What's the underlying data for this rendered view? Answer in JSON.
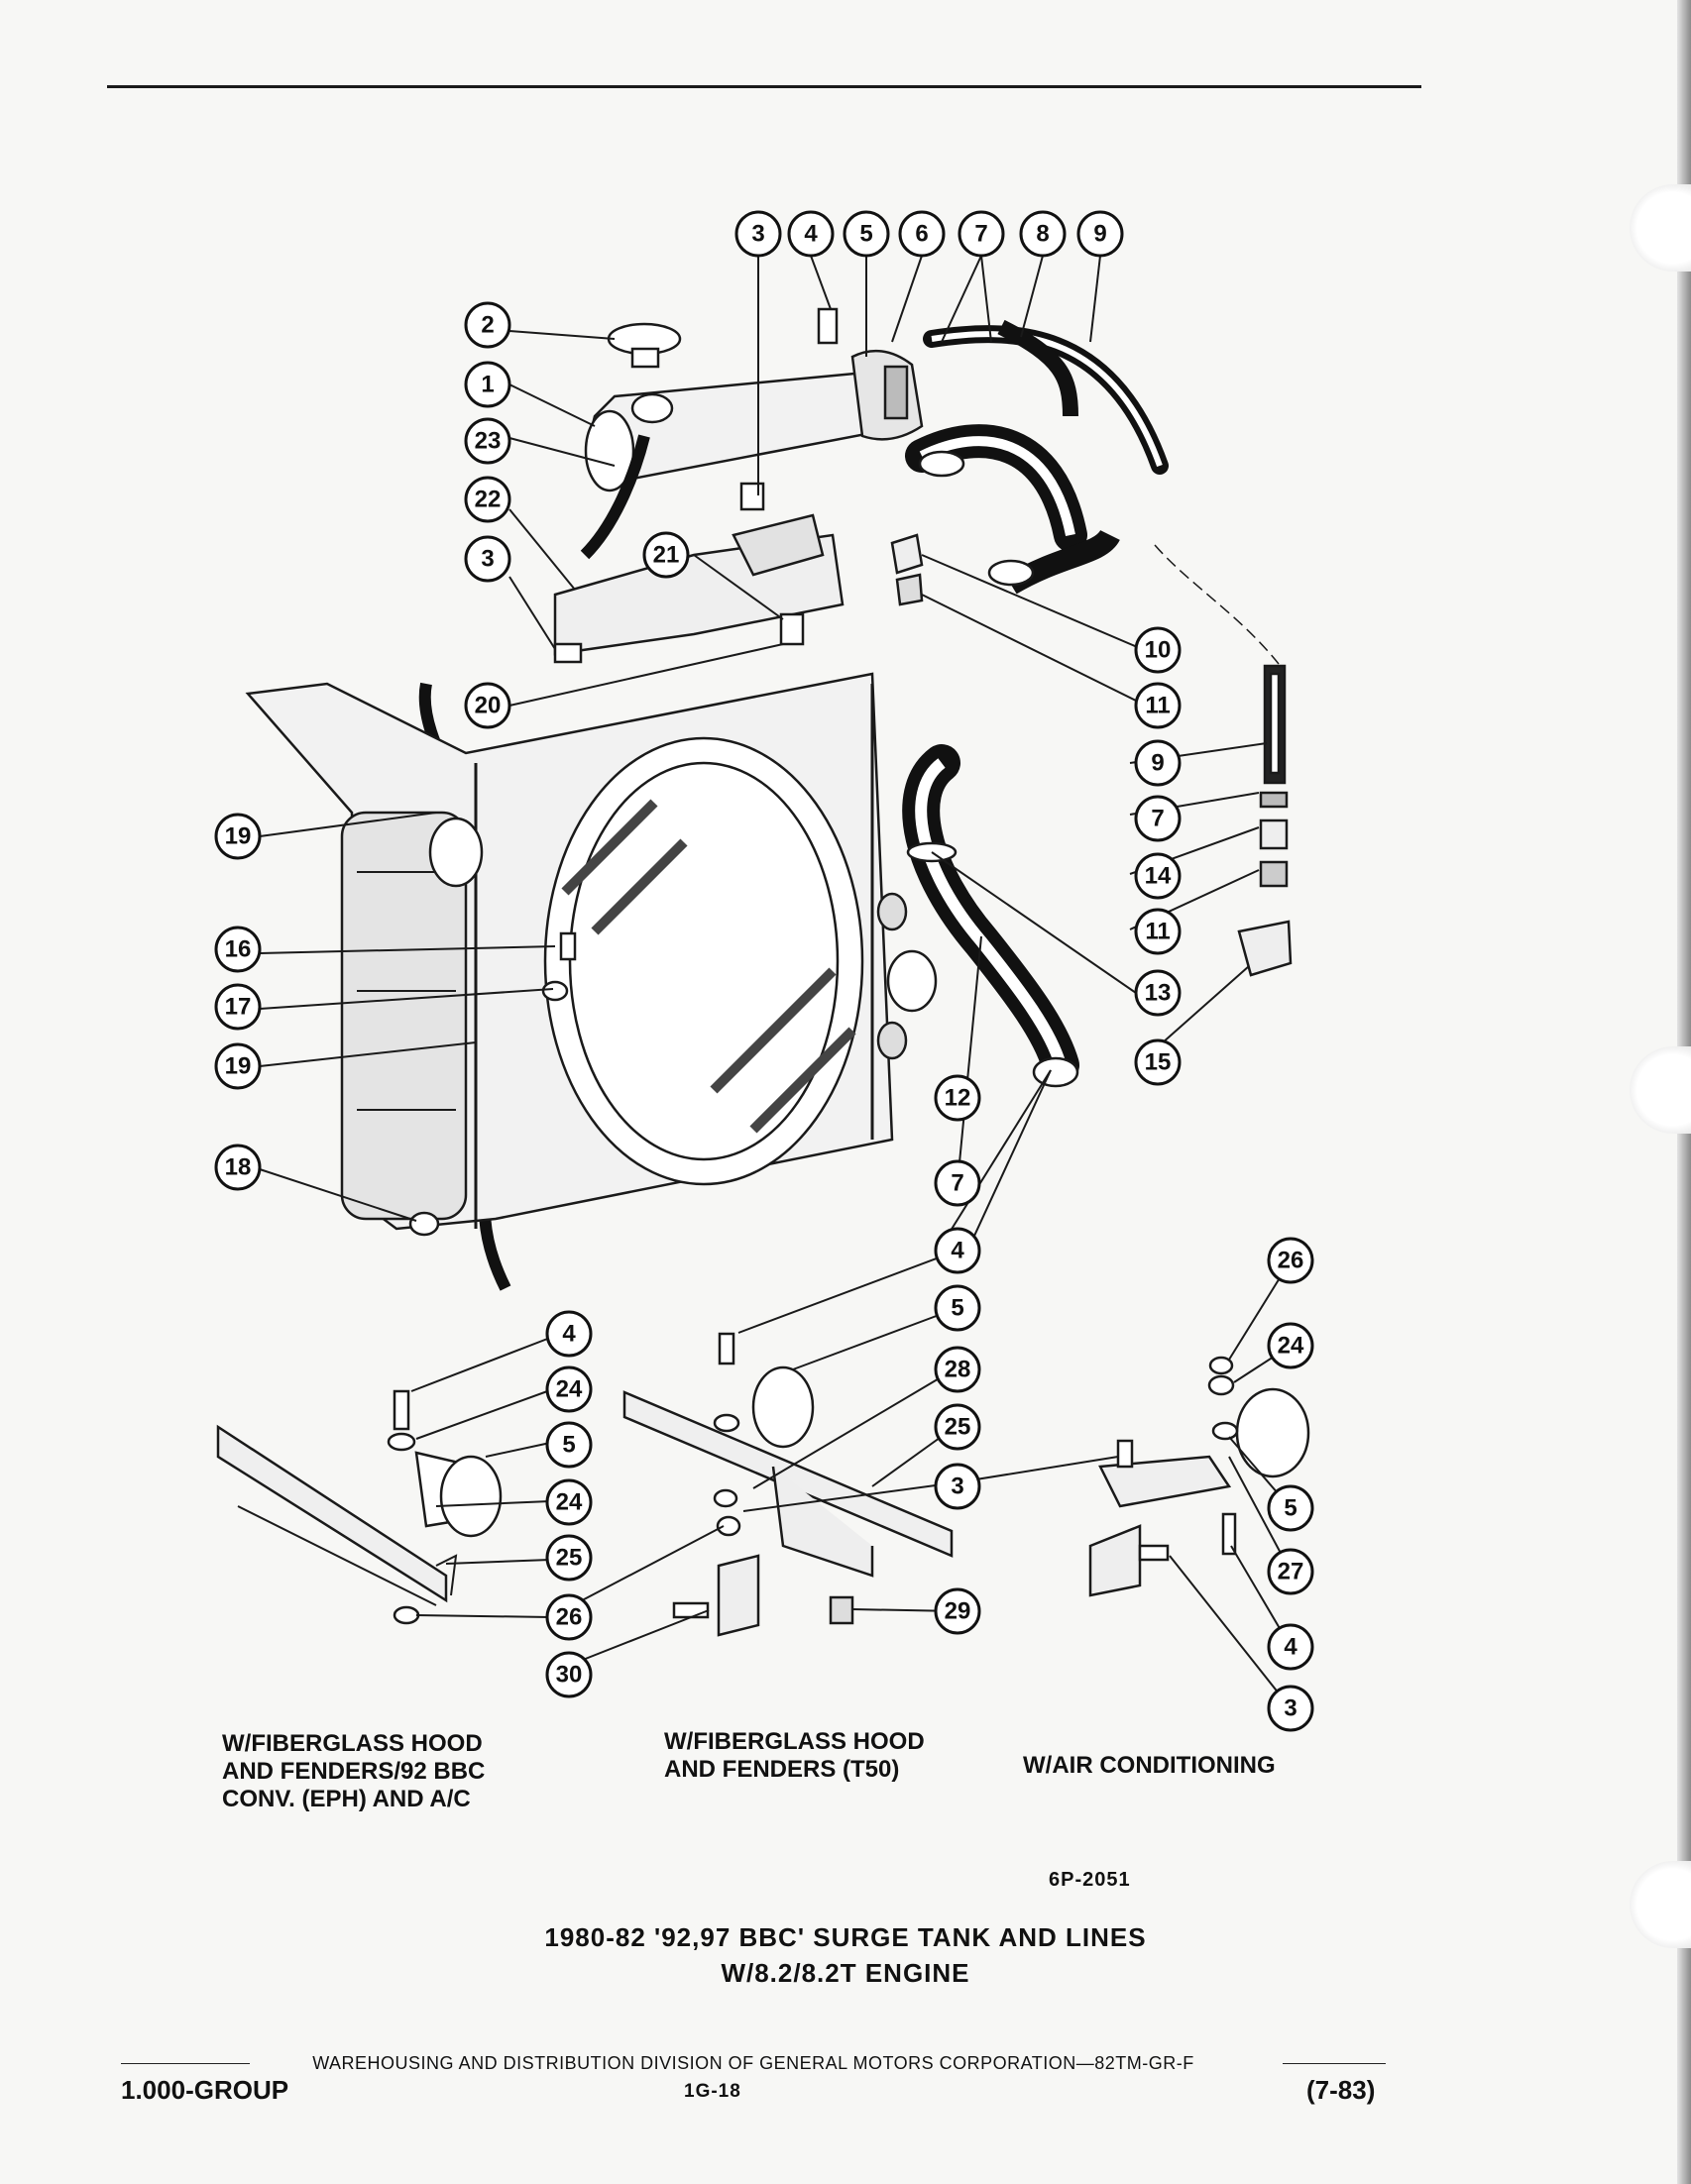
{
  "figure": {
    "code": "6P-2051",
    "title_line1": "1980-82 '92,97 BBC' SURGE TANK AND LINES",
    "title_line2": "W/8.2/8.2T ENGINE"
  },
  "variant_captions": {
    "fiberglass_92bbc": "W/FIBERGLASS HOOD\nAND FENDERS/92 BBC\nCONV. (EPH) AND A/C",
    "fiberglass_t50": "W/FIBERGLASS HOOD\nAND FENDERS (T50)",
    "air_conditioning": "W/AIR CONDITIONING"
  },
  "footer": {
    "division": "WAREHOUSING AND DISTRIBUTION  DIVISION OF GENERAL MOTORS CORPORATION—82TM-GR-F",
    "group": "1.000-GROUP",
    "page": "1G-18",
    "date": "(7-83)"
  },
  "callouts": [
    {
      "id": "top-3",
      "label": "3"
    },
    {
      "id": "top-4",
      "label": "4"
    },
    {
      "id": "top-5",
      "label": "5"
    },
    {
      "id": "top-6",
      "label": "6"
    },
    {
      "id": "top-7",
      "label": "7"
    },
    {
      "id": "top-8",
      "label": "8"
    },
    {
      "id": "top-9",
      "label": "9"
    },
    {
      "id": "c-2",
      "label": "2"
    },
    {
      "id": "c-1",
      "label": "1"
    },
    {
      "id": "c-23",
      "label": "23"
    },
    {
      "id": "c-22",
      "label": "22"
    },
    {
      "id": "c-3",
      "label": "3"
    },
    {
      "id": "c-21",
      "label": "21"
    },
    {
      "id": "c-20",
      "label": "20"
    },
    {
      "id": "c-10",
      "label": "10"
    },
    {
      "id": "c-11",
      "label": "11"
    },
    {
      "id": "r-9",
      "label": "9"
    },
    {
      "id": "r-7",
      "label": "7"
    },
    {
      "id": "r-14",
      "label": "14"
    },
    {
      "id": "r-11",
      "label": "11"
    },
    {
      "id": "r-13",
      "label": "13"
    },
    {
      "id": "r-15",
      "label": "15"
    },
    {
      "id": "c-19a",
      "label": "19"
    },
    {
      "id": "c-16",
      "label": "16"
    },
    {
      "id": "c-17",
      "label": "17"
    },
    {
      "id": "c-19b",
      "label": "19"
    },
    {
      "id": "c-18",
      "label": "18"
    },
    {
      "id": "c-12",
      "label": "12"
    },
    {
      "id": "c-7b",
      "label": "7"
    },
    {
      "id": "l-4",
      "label": "4"
    },
    {
      "id": "l-24a",
      "label": "24"
    },
    {
      "id": "l-5",
      "label": "5"
    },
    {
      "id": "l-24b",
      "label": "24"
    },
    {
      "id": "l-25",
      "label": "25"
    },
    {
      "id": "l-26",
      "label": "26"
    },
    {
      "id": "l-30",
      "label": "30"
    },
    {
      "id": "m-4",
      "label": "4"
    },
    {
      "id": "m-5",
      "label": "5"
    },
    {
      "id": "m-28",
      "label": "28"
    },
    {
      "id": "m-25",
      "label": "25"
    },
    {
      "id": "m-3",
      "label": "3"
    },
    {
      "id": "m-29",
      "label": "29"
    },
    {
      "id": "a-26",
      "label": "26"
    },
    {
      "id": "a-24",
      "label": "24"
    },
    {
      "id": "a-5",
      "label": "5"
    },
    {
      "id": "a-27",
      "label": "27"
    },
    {
      "id": "a-4",
      "label": "4"
    },
    {
      "id": "a-3",
      "label": "3"
    }
  ]
}
